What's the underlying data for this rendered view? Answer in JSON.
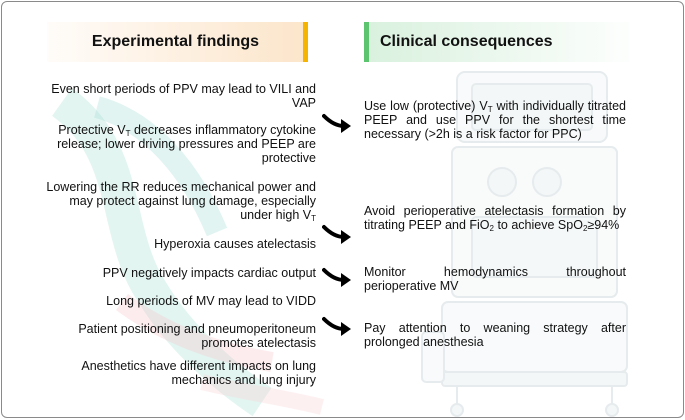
{
  "headers": {
    "left": "Experimental findings",
    "right": "Clinical consequences"
  },
  "findings": [
    {
      "pre": "Even short periods of PPV may lead to VILI and VAP",
      "sub": "",
      "post": ""
    },
    {
      "pre": "Protective V",
      "sub": "T",
      "post": " decreases inflammatory cytokine release; lower driving pressures and PEEP are protective"
    },
    {
      "pre": "Lowering the RR reduces mechanical power and may protect against lung damage, especially under high V",
      "sub": "T",
      "post": ""
    },
    {
      "pre": "Hyperoxia causes atelectasis",
      "sub": "",
      "post": ""
    },
    {
      "pre": "PPV negatively impacts cardiac output",
      "sub": "",
      "post": ""
    },
    {
      "pre": "Long periods of MV may lead to VIDD",
      "sub": "",
      "post": ""
    },
    {
      "pre": "Patient positioning and pneumoperitoneum promotes atelectasis",
      "sub": "",
      "post": ""
    },
    {
      "pre": "Anesthetics have different impacts on lung mechanics and lung injury",
      "sub": "",
      "post": ""
    }
  ],
  "consequences": {
    "c1": {
      "pre": "Use low (protective) V",
      "sub": "T",
      "post": " with individually titrated PEEP and use PPV for the shortest time necessary (>2h is a risk factor for PPC)"
    },
    "c2": {
      "pre": "Avoid perioperative atelectasis formation by titrating PEEP and FiO",
      "sub1": "2",
      "mid": " to achieve SpO",
      "sub2": "2",
      "post": "≥94%"
    },
    "c3": {
      "text": "Monitor hemodynamics throughout perioperative MV"
    },
    "c4": {
      "text": "Pay attention to weaning strategy after prolonged anesthesia"
    }
  },
  "colors": {
    "left_accent": "#f5b400",
    "right_accent": "#5cc46e",
    "arrow": "#000000"
  }
}
